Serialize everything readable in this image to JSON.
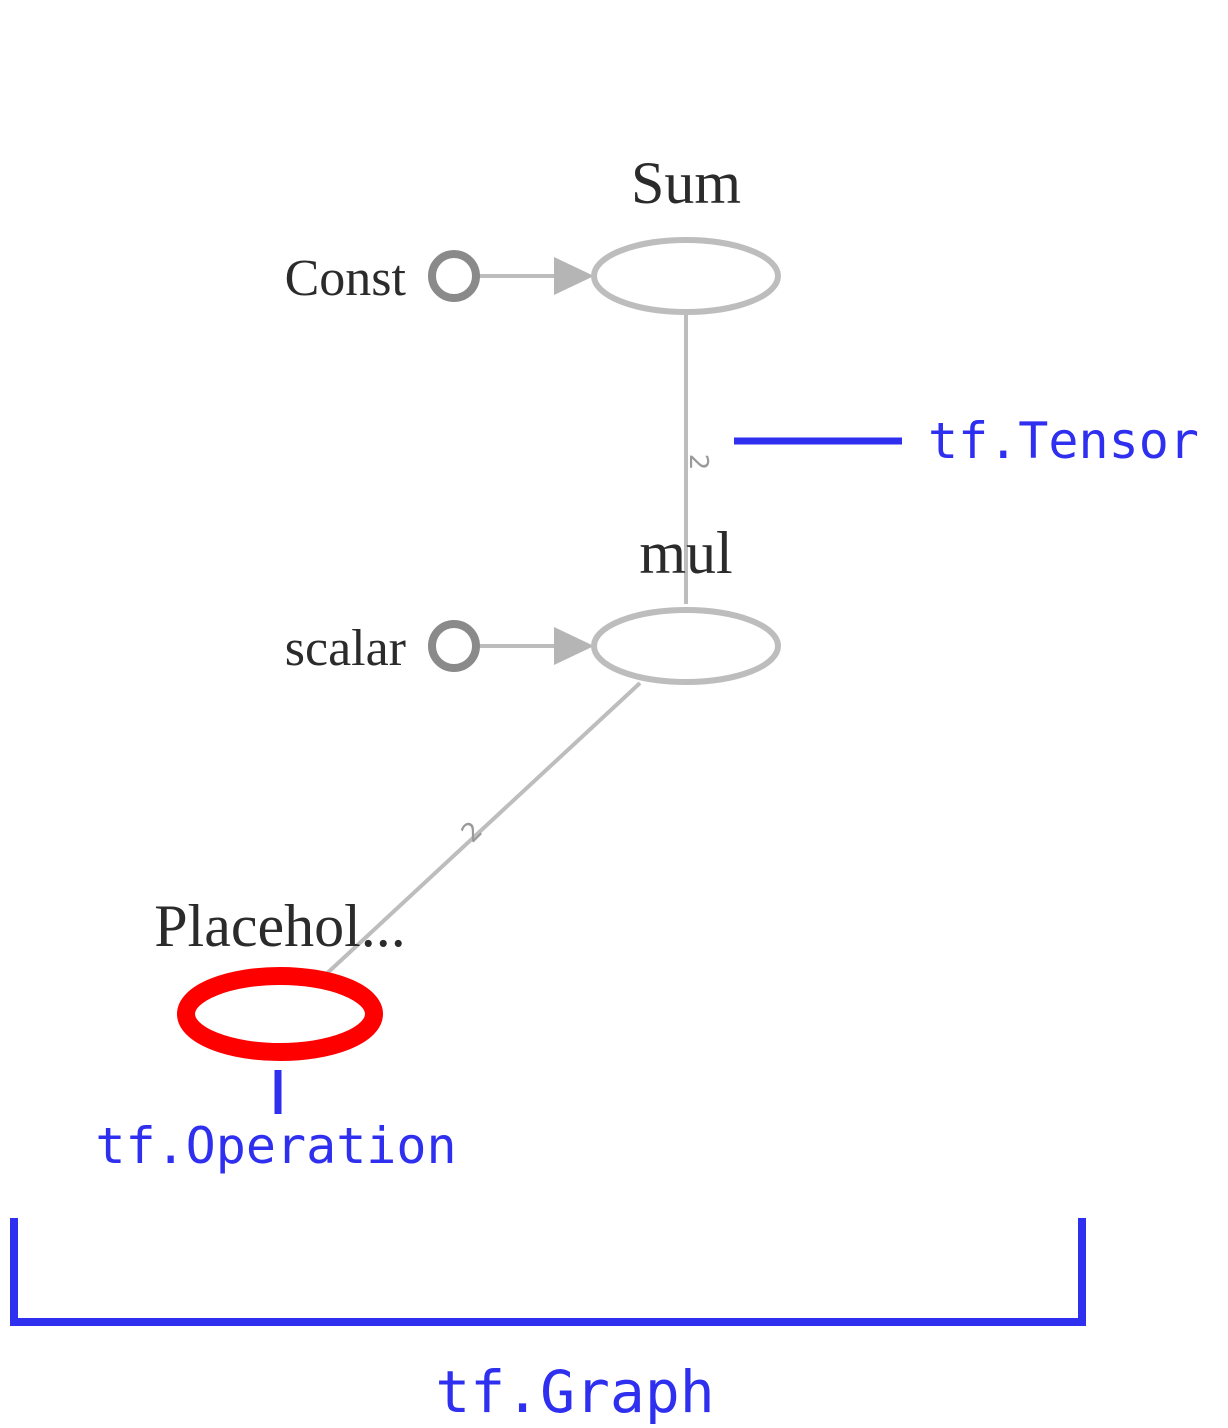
{
  "colors": {
    "edge": "#bdbdbd",
    "op_outline": "#bdbdbd",
    "const_outline": "#8a8a8a",
    "highlight": "#ff0000",
    "annotation": "#2f2ff0",
    "label": "#2b2b2b"
  },
  "nodes": {
    "sum": {
      "label": "Sum"
    },
    "const": {
      "label": "Const"
    },
    "mul": {
      "label": "mul"
    },
    "scalar": {
      "label": "scalar"
    },
    "placeholder": {
      "label": "Placehol..."
    }
  },
  "edges": {
    "mul_to_sum": {
      "label": "2"
    },
    "placeholder_to_mul": {
      "label": "2"
    }
  },
  "annotations": {
    "tensor": "tf.Tensor",
    "operation": "tf.Operation",
    "graph": "tf.Graph"
  }
}
